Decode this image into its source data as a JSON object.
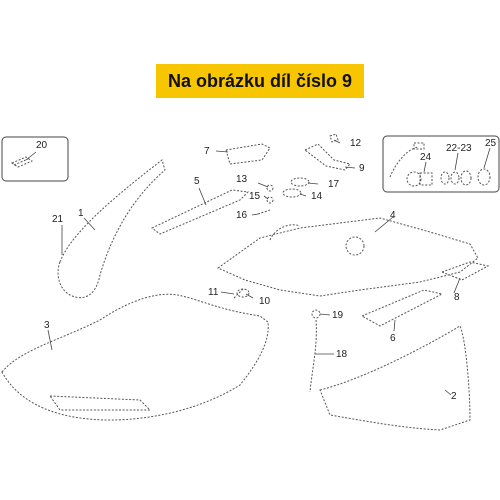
{
  "banner": {
    "text": "Na obrázku díl číslo 9",
    "color": "#f7c600"
  },
  "labels": {
    "l1": "1",
    "l2": "2",
    "l3": "3",
    "l4": "4",
    "l5": "5",
    "l6": "6",
    "l7": "7",
    "l8": "8",
    "l9": "9",
    "l10": "10",
    "l11": "11",
    "l12": "12",
    "l13": "13",
    "l14": "14",
    "l15": "15",
    "l16": "16",
    "l17": "17",
    "l18": "18",
    "l19": "19",
    "l20": "20",
    "l21": "21",
    "l22_23": "22-23",
    "l24": "24",
    "l25": "25"
  }
}
